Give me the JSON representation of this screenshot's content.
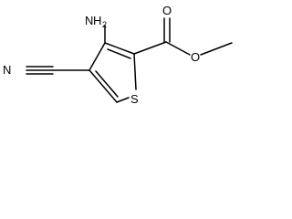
{
  "molecule": {
    "labels": {
      "amine_n": "N",
      "amine_h": "H",
      "amine_h_count": "2",
      "nitrile_n": "N",
      "ring_s": "S",
      "carbonyl_o": "O",
      "ester_o": "O"
    }
  }
}
